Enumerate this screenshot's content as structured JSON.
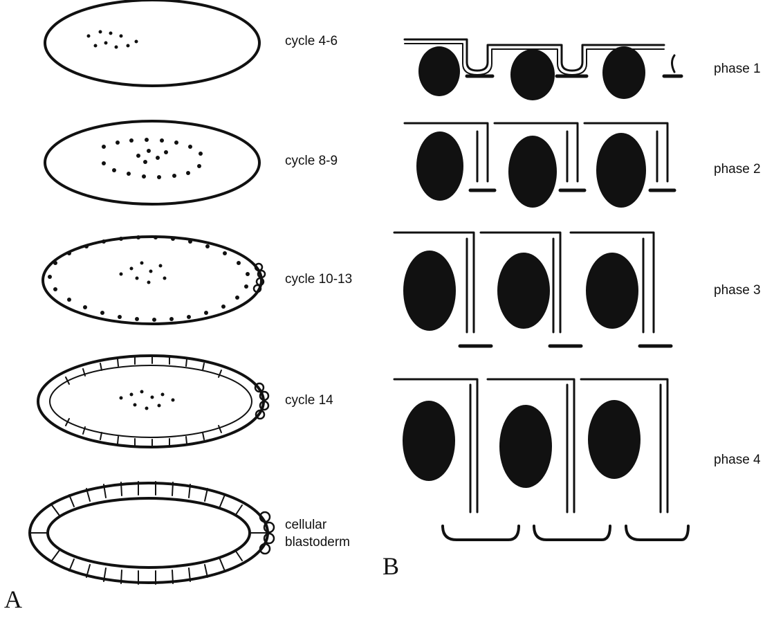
{
  "panel_a": {
    "letter": "A",
    "stages": [
      {
        "label": "cycle 4-6"
      },
      {
        "label": "cycle 8-9"
      },
      {
        "label": "cycle 10-13"
      },
      {
        "label": "cycle 14"
      },
      {
        "label_line1": "cellular",
        "label_line2": "blastoderm"
      }
    ]
  },
  "panel_b": {
    "letter": "B",
    "phases": [
      {
        "label": "phase 1"
      },
      {
        "label": "phase 2"
      },
      {
        "label": "phase 3"
      },
      {
        "label": "phase 4"
      }
    ]
  }
}
